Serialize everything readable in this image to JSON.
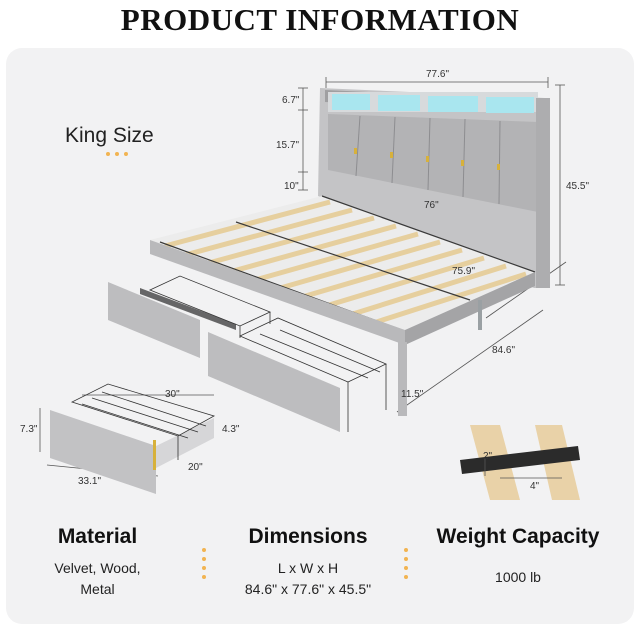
{
  "page": {
    "title": "PRODUCT INFORMATION",
    "size_label": "King Size"
  },
  "dimensions": {
    "headboard_width": "77.6\"",
    "shelf_height": "6.7\"",
    "headboard_panel": "15.7\"",
    "leg_gap": "10\"",
    "inner_width": "76\"",
    "total_height": "45.5\"",
    "inner_length": "75.9\"",
    "total_length": "84.6\"",
    "clearance": "11.5\"",
    "drawer_width": "30\"",
    "drawer_height": "7.3\"",
    "drawer_inner_height": "4.3\"",
    "drawer_depth": "20\"",
    "drawer_front": "33.1\"",
    "slat_thickness": "2\"",
    "slat_width": "4\""
  },
  "features": [
    {
      "heading": "Material",
      "lines": [
        "Velvet, Wood,",
        "Metal"
      ]
    },
    {
      "heading": "Dimensions",
      "lines": [
        "L x W x H",
        "84.6\" x 77.6\" x 45.5\""
      ]
    },
    {
      "heading": "Weight Capacity",
      "lines": [
        "1000 lb"
      ]
    }
  ],
  "colors": {
    "panel": "#f2f2f3",
    "accent_dots": "#f2b451",
    "upholstery": "#b9b9bb",
    "led": "#a9e6ef",
    "slat": "#e9d2a8"
  }
}
